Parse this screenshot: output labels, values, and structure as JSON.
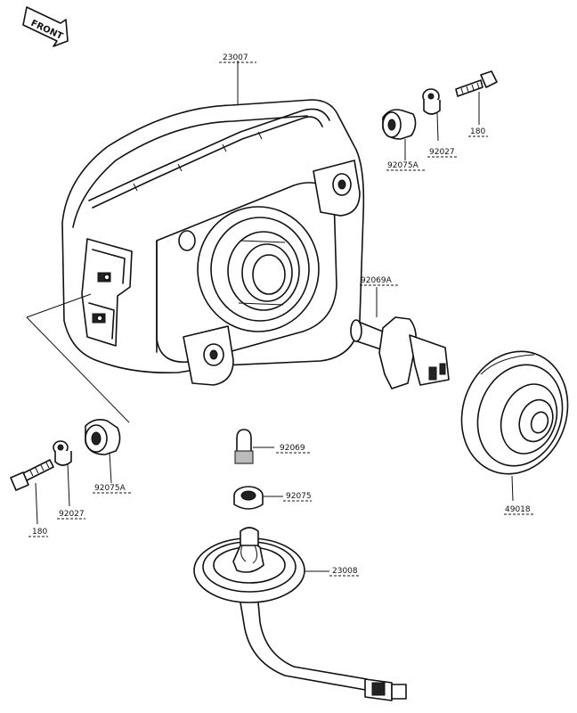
{
  "front_badge": "FRONT",
  "labels": {
    "headlight_housing": "23007",
    "bolt_top": "180",
    "bushing_top": "92027",
    "grommet_top": "92075A",
    "bulb_main": "92069A",
    "bulb_small": "92069",
    "grommet_small": "92075",
    "socket_wire": "23008",
    "dust_cover": "49018",
    "bolt_left": "180",
    "bushing_left": "92027",
    "grommet_left": "92075A"
  }
}
